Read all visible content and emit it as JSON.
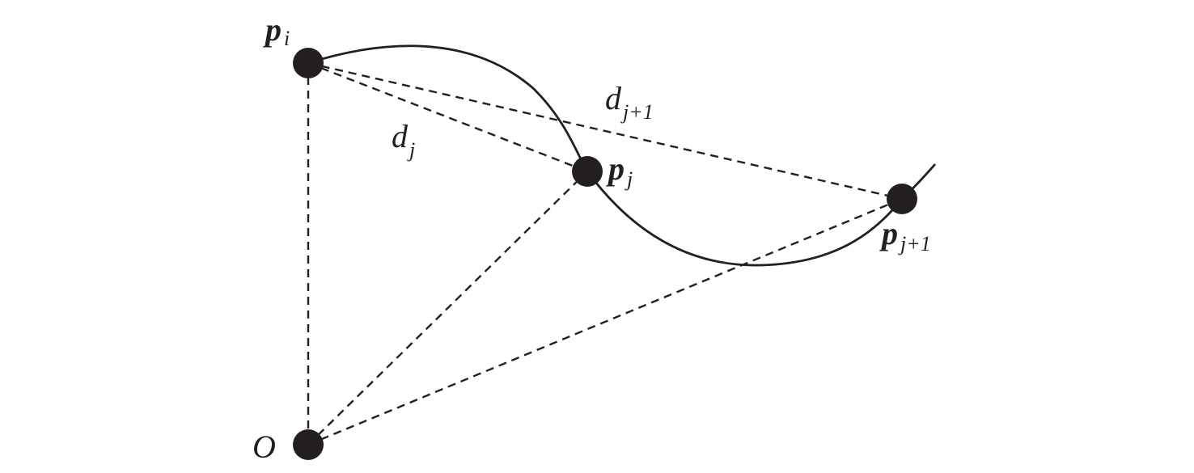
{
  "points": {
    "p_i": {
      "base": "p",
      "sub": "i"
    },
    "p_j": {
      "base": "p",
      "sub": "j"
    },
    "p_j1": {
      "base": "p",
      "sub": "j+1"
    },
    "origin": {
      "base": "O"
    }
  },
  "distances": {
    "d_j": {
      "base": "d",
      "sub": "j"
    },
    "d_j1": {
      "base": "d",
      "sub": "j+1"
    }
  },
  "colors": {
    "ink": "#231f20",
    "background": "#ffffff"
  }
}
